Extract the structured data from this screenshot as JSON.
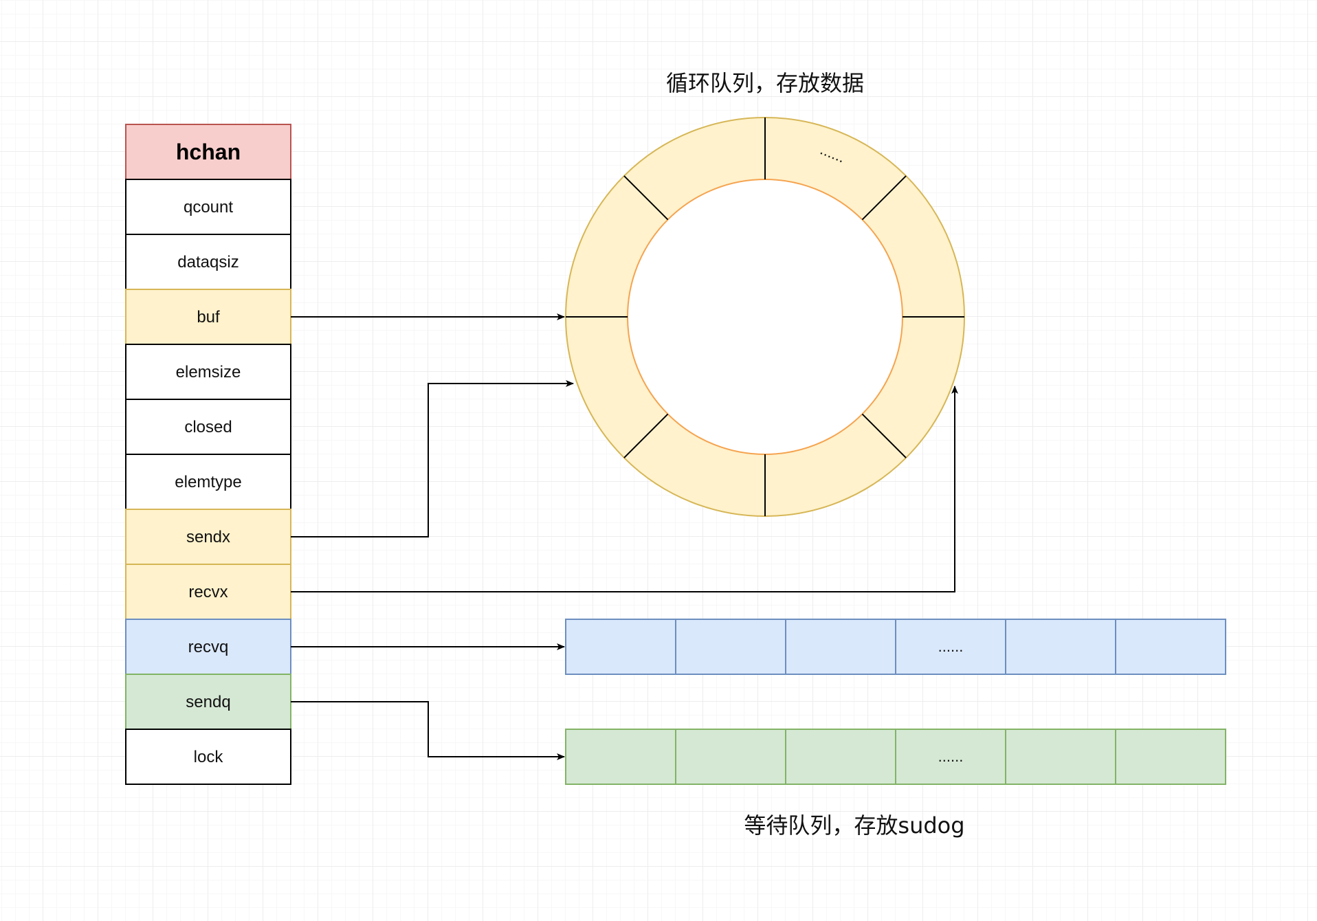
{
  "struct": {
    "title": "hchan",
    "fields": [
      {
        "label": "qcount",
        "role": "plain"
      },
      {
        "label": "dataqsiz",
        "role": "plain"
      },
      {
        "label": "buf",
        "role": "buffer"
      },
      {
        "label": "elemsize",
        "role": "plain"
      },
      {
        "label": "closed",
        "role": "plain"
      },
      {
        "label": "elemtype",
        "role": "plain"
      },
      {
        "label": "sendx",
        "role": "buffer"
      },
      {
        "label": "recvx",
        "role": "buffer"
      },
      {
        "label": "recvq",
        "role": "recv-queue"
      },
      {
        "label": "sendq",
        "role": "send-queue"
      },
      {
        "label": "lock",
        "role": "plain"
      }
    ]
  },
  "ring": {
    "caption": "循环队列，存放数据",
    "segment_count": 8,
    "ellipsis": "......"
  },
  "wait_queues": {
    "caption": "等待队列，存放sudog",
    "recvq_cells": [
      "",
      "",
      "",
      "......",
      "",
      ""
    ],
    "sendq_cells": [
      "",
      "",
      "",
      "......",
      "",
      ""
    ]
  },
  "colors": {
    "header_fill": "#f8cecc",
    "header_stroke": "#b85450",
    "plain_fill": "#ffffff",
    "plain_stroke": "#000000",
    "buffer_fill": "#fff2cc",
    "buffer_stroke": "#d6b656",
    "recv_fill": "#dae8fc",
    "recv_stroke": "#6c8ebf",
    "send_fill": "#d5e8d4",
    "send_stroke": "#82b366",
    "ring_inner_stroke": "#f5a34f",
    "arrow": "#000000"
  }
}
